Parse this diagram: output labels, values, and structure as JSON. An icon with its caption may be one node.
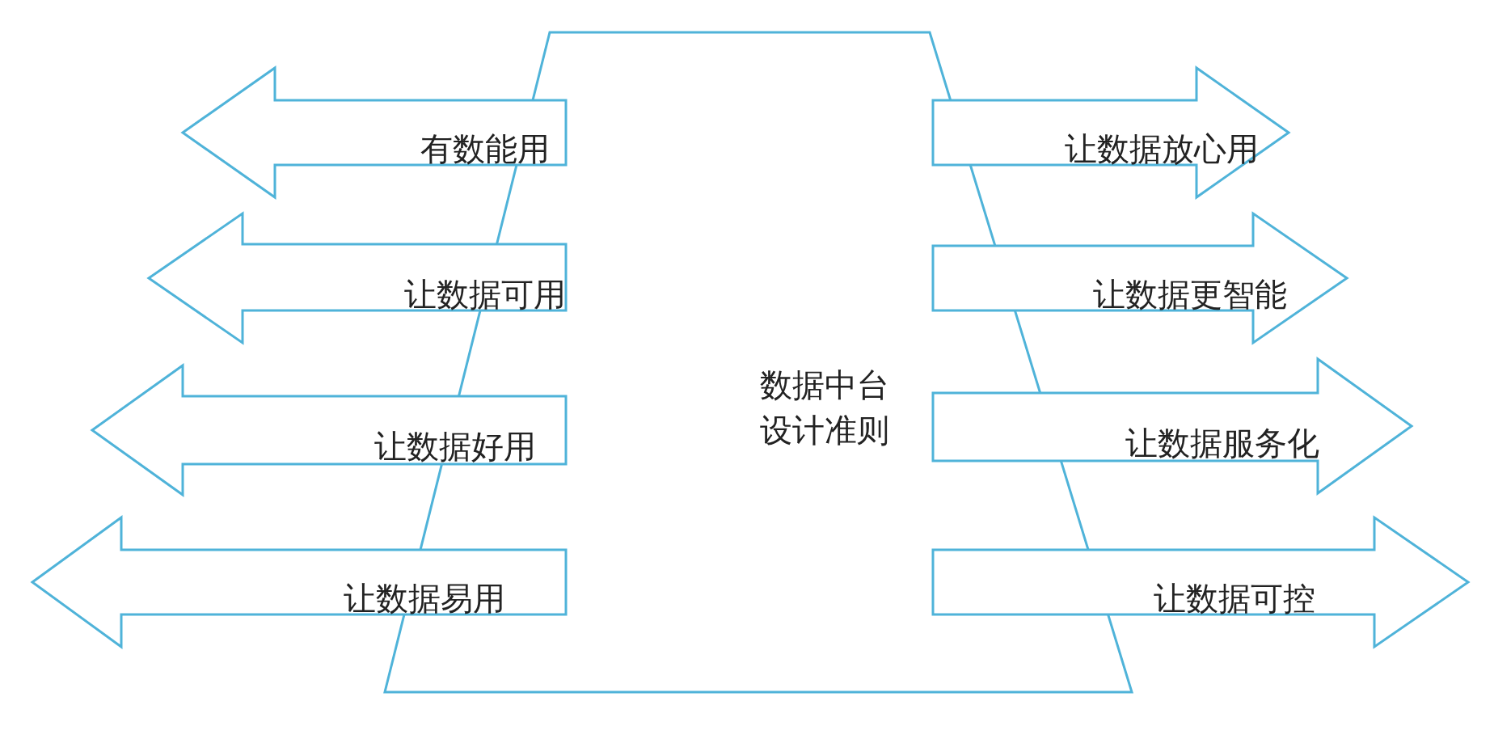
{
  "diagram": {
    "nodes": [
      {
        "text": [
          "数据中台设计准则"
        ]
      },
      {
        "text": [
          "有数能用"
        ]
      },
      {
        "text": [
          "让数据可用"
        ]
      },
      {
        "text": [
          "让数据好用"
        ]
      },
      {
        "text": [
          "让数据易用"
        ]
      },
      {
        "text": [
          "让数据放心用"
        ]
      },
      {
        "text": [
          "让数据更智能"
        ]
      },
      {
        "text": [
          "让数据服务化"
        ]
      },
      {
        "text": [
          "让数据可控"
        ]
      }
    ]
  }
}
